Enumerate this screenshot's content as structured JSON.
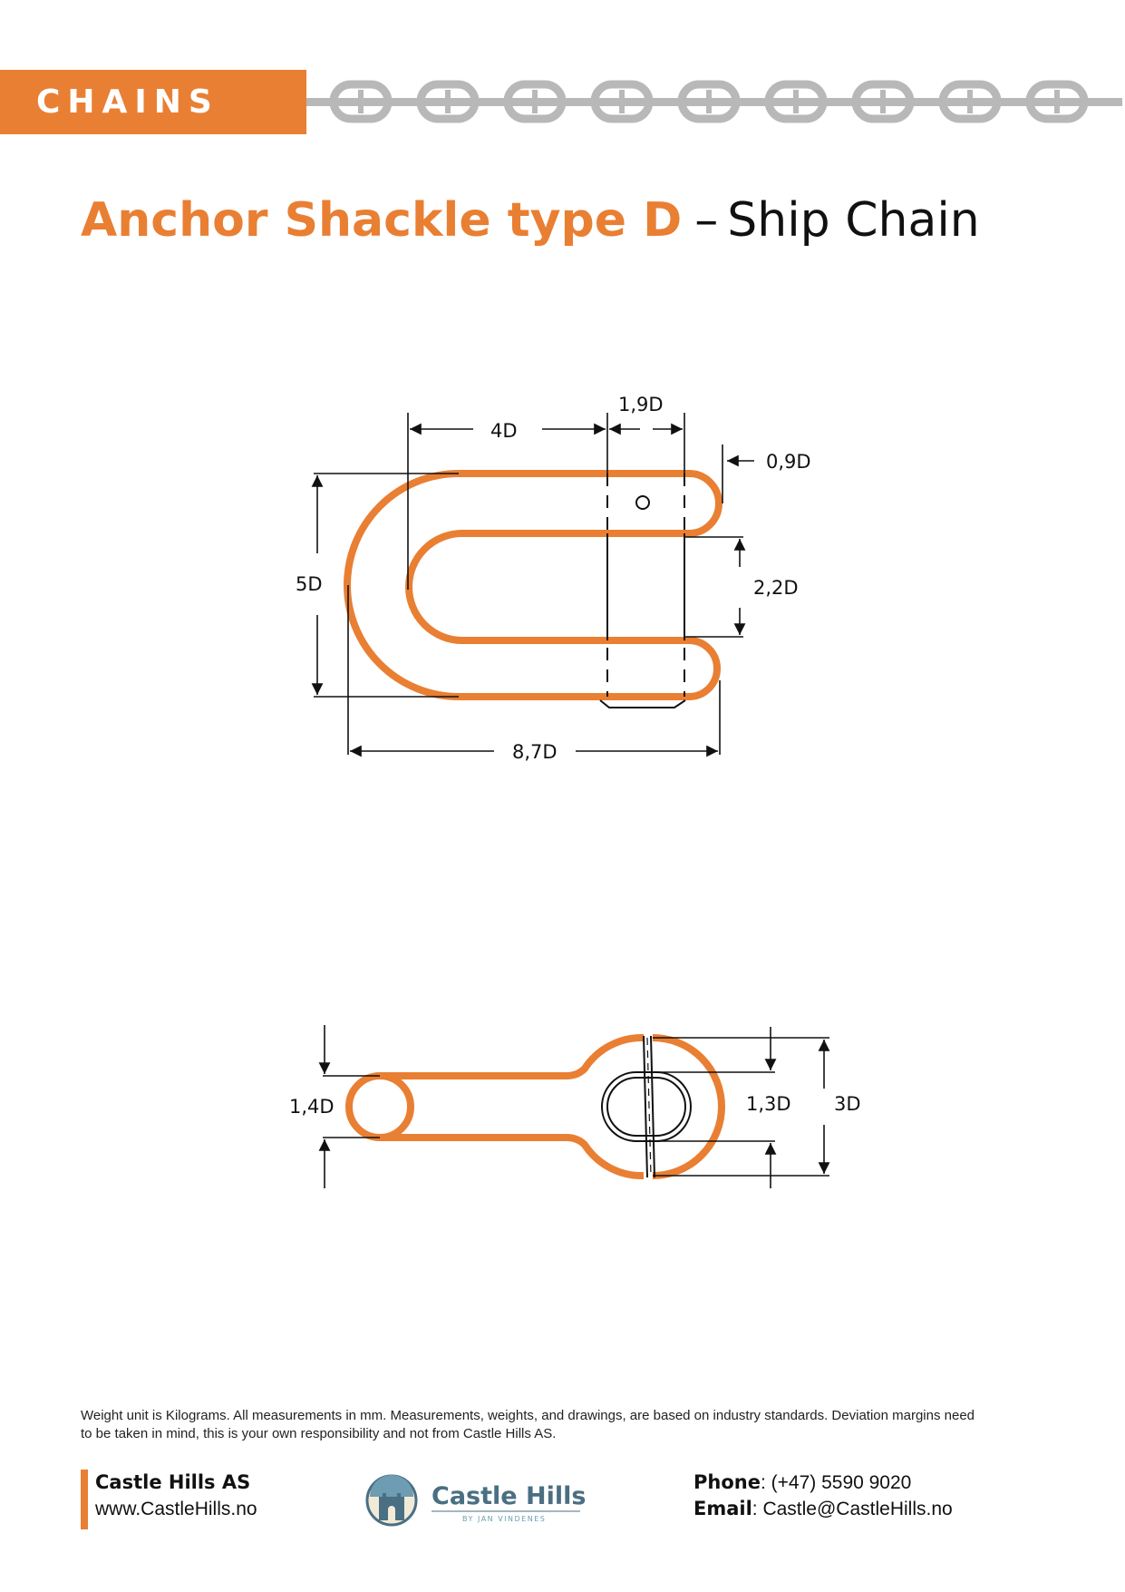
{
  "header": {
    "section_label": "CHAINS",
    "accent_color": "#e97f33",
    "chain_color": "#b8b8b8"
  },
  "title": {
    "main": "Anchor Shackle type D",
    "separator": "–",
    "sub": "Ship Chain"
  },
  "drawing_side": {
    "dimensions": {
      "length_4d": "4D",
      "width_1_9d": "1,9D",
      "thickness_0_9d": "0,9D",
      "height_5d": "5D",
      "gap_2_2d": "2,2D",
      "total_8_7d": "8,7D"
    }
  },
  "drawing_top": {
    "dimensions": {
      "dia_1_4d": "1,4D",
      "eye_1_3d": "1,3D",
      "eye_3d": "3D"
    }
  },
  "disclaimer": "Weight unit is Kilograms. All measurements in mm. Measurements, weights, and drawings, are based on industry standards. Deviation margins need to be taken in mind, this is your own responsibility and not from Castle Hills AS.",
  "footer": {
    "company_name": "Castle Hills AS",
    "website": "www.CastleHills.no",
    "logo_text": "Castle Hills",
    "logo_tagline": "BY JAN VINDENES",
    "phone_label": "Phone",
    "phone_value": ": (+47) 5590 9020",
    "email_label": "Email",
    "email_value": ": Castle@CastleHills.no"
  }
}
